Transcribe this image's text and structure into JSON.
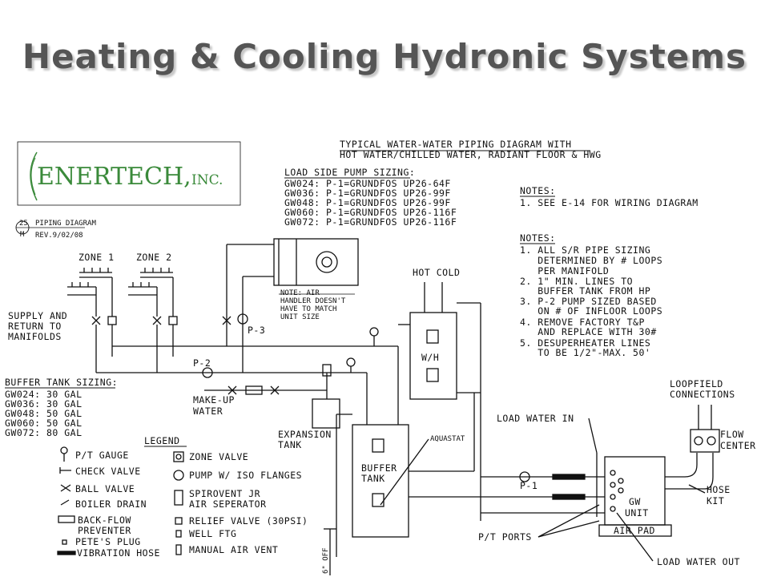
{
  "title": "Heating & Cooling Hydronic Systems",
  "colors": {
    "title": "#555555",
    "logo": "#3a8a3a",
    "ink": "#111111"
  },
  "logo": {
    "name": "ENERTECH,",
    "suffix": "INC."
  },
  "stamp": {
    "sheet": "25",
    "sub": "M",
    "label": "PIPING DIAGRAM",
    "rev": "REV.9/02/08"
  },
  "header": [
    "TYPICAL WATER-WATER PIPING DIAGRAM WITH",
    "HOT WATER/CHILLED WATER, RADIANT FLOOR & HWG"
  ],
  "load_pump_sizing": {
    "title": "LOAD SIDE PUMP SIZING:",
    "rows": [
      "GW024: P-1=GRUNDFOS UP26-64F",
      "GW036: P-1=GRUNDFOS UP26-99F",
      "GW048: P-1=GRUNDFOS UP26-99F",
      "GW060: P-1=GRUNDFOS UP26-116F",
      "GW072: P-1=GRUNDFOS UP26-116F"
    ]
  },
  "notes1": {
    "title": "NOTES:",
    "items": [
      "1. SEE E-14 FOR WIRING DIAGRAM"
    ]
  },
  "notes2": {
    "title": "NOTES:",
    "lines": [
      "1. ALL S/R PIPE SIZING",
      "   DETERMINED BY # LOOPS",
      "   PER MANIFOLD",
      "2. 1\" MIN. LINES TO",
      "   BUFFER TANK FROM HP",
      "3. P-2 PUMP SIZED BASED",
      "   ON # OF INFLOOR LOOPS",
      "4. REMOVE FACTORY T&P",
      "   AND REPLACE WITH 30#",
      "5. DESUPERHEATER LINES",
      "   TO BE 1/2\"-MAX. 50'"
    ]
  },
  "buffer_sizing": {
    "title": "BUFFER TANK SIZING:",
    "rows": [
      "GW024: 30 GAL",
      "GW036: 30 GAL",
      "GW048: 50 GAL",
      "GW060: 50 GAL",
      "GW072: 80 GAL"
    ]
  },
  "legend": {
    "title": "LEGEND",
    "left": [
      "P/T GAUGE",
      "CHECK VALVE",
      "BALL VALVE",
      "BOILER DRAIN",
      "BACK-FLOW",
      "PREVENTER",
      "PETE'S PLUG",
      "VIBRATION HOSE"
    ],
    "right": [
      "ZONE VALVE",
      "PUMP W/ ISO FLANGES",
      "SPIROVENT JR",
      "AIR SEPERATOR",
      "RELIEF VALVE (30PSI)",
      "WELL FTG",
      "MANUAL AIR VENT"
    ]
  },
  "labels": {
    "zone1": "ZONE 1",
    "zone2": "ZONE 2",
    "supply1": "SUPPLY AND",
    "supply2": "RETURN TO",
    "supply3": "MANIFOLDS",
    "p3": "P-3",
    "p2": "P-2",
    "p1": "P-1",
    "makeup1": "MAKE-UP",
    "makeup2": "WATER",
    "expansion1": "EXPANSION",
    "expansion2": "TANK",
    "buffer1": "BUFFER",
    "buffer2": "TANK",
    "aquastat": "AQUASTAT",
    "hotcold": "HOT COLD",
    "wh": "W/H",
    "airnote": [
      "NOTE: AIR",
      "HANDLER DOESN'T",
      "HAVE TO MATCH",
      "UNIT SIZE"
    ],
    "load_in": "LOAD WATER IN",
    "load_out": "LOAD WATER OUT",
    "pt_ports": "P/T PORTS",
    "gw1": "GW",
    "gw2": "UNIT",
    "airpad": "AIR PAD",
    "loopfield1": "LOOPFIELD",
    "loopfield2": "CONNECTIONS",
    "flow1": "FLOW",
    "flow2": "CENTER",
    "hose1": "HOSE",
    "hose2": "KIT",
    "off": "6\" OFF"
  }
}
